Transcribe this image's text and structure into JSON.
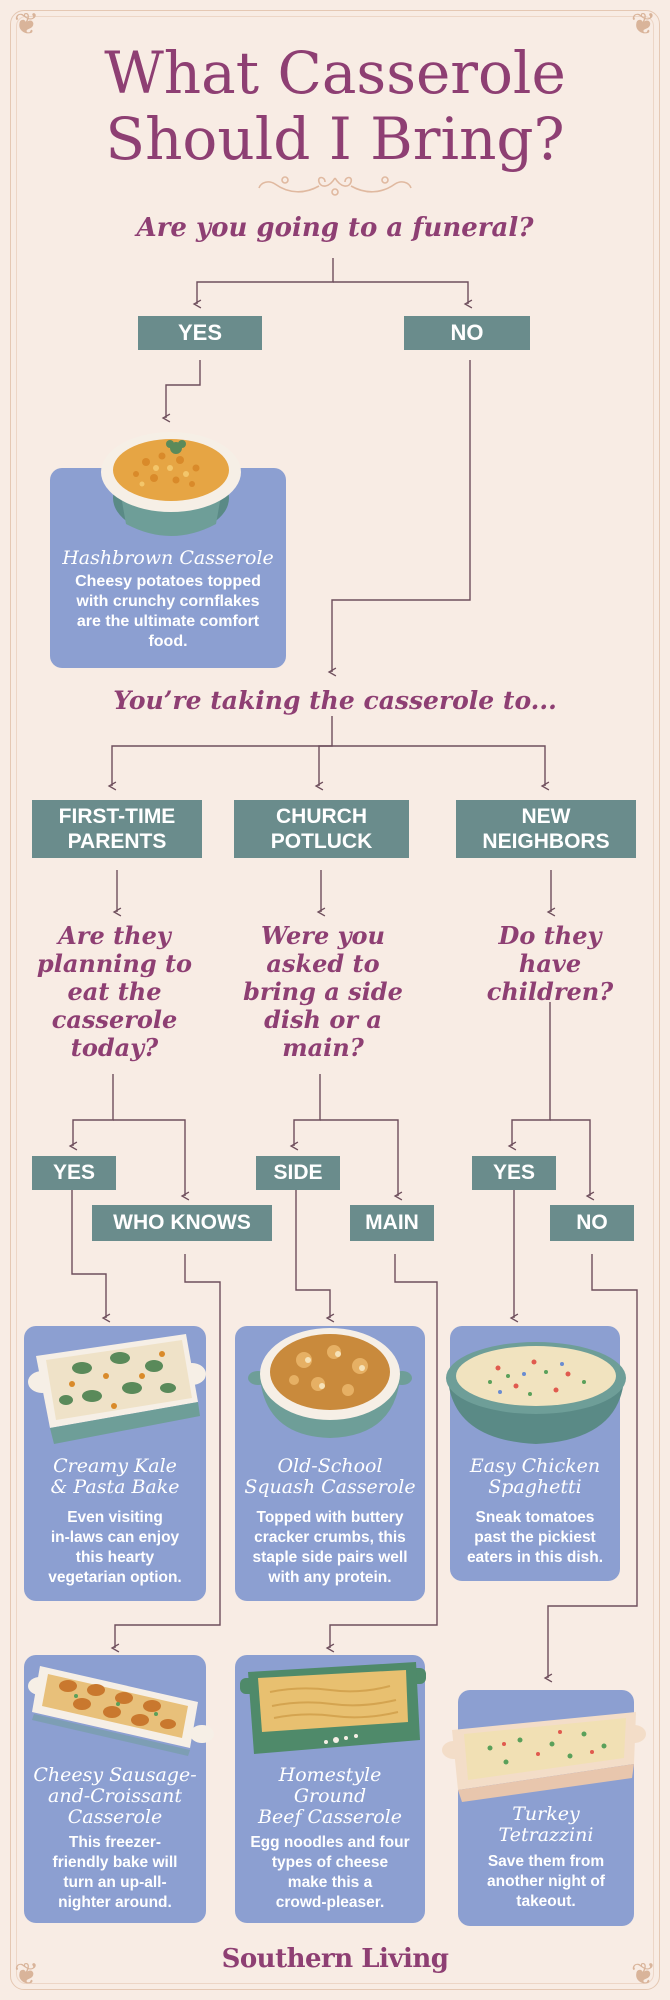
{
  "title": {
    "line1": "What Casserole",
    "line2": "Should I Bring?"
  },
  "q1": "Are you going to a funeral?",
  "funeral": {
    "yes": "YES",
    "no": "NO"
  },
  "hashbrown": {
    "name": "Hashbrown Casserole",
    "desc": "Cheesy potatoes topped with crunchy cornflakes are the ultimate comfort food."
  },
  "q2": "You’re taking the casserole to...",
  "dest": {
    "parents_l1": "FIRST-TIME",
    "parents_l2": "PARENTS",
    "church_l1": "CHURCH",
    "church_l2": "POTLUCK",
    "neighbors_l1": "NEW",
    "neighbors_l2": "NEIGHBORS"
  },
  "q_parents": [
    "Are they",
    "planning to",
    "eat the",
    "casserole",
    "today?"
  ],
  "q_church": [
    "Were you",
    "asked to",
    "bring a side",
    "dish or a",
    "main?"
  ],
  "q_neighbors": [
    "Do they",
    "have",
    "children?"
  ],
  "answers": {
    "yes": "YES",
    "who_knows": "WHO KNOWS",
    "side": "SIDE",
    "main": "MAIN",
    "yes2": "YES",
    "no2": "NO"
  },
  "kale": {
    "name1": "Creamy Kale",
    "name2": "& Pasta Bake",
    "desc": [
      "Even visiting",
      "in-laws can enjoy",
      "this hearty",
      "vegetarian option."
    ]
  },
  "squash": {
    "name1": "Old-School",
    "name2": "Squash Casserole",
    "desc": [
      "Topped with buttery",
      "cracker crumbs, this",
      "staple side pairs well",
      "with any protein."
    ]
  },
  "spaghetti": {
    "name1": "Easy Chicken",
    "name2": "Spaghetti",
    "desc": [
      "Sneak tomatoes",
      "past the pickiest",
      "eaters in this dish."
    ]
  },
  "sausage": {
    "name1": "Cheesy Sausage-",
    "name2": "and-Croissant",
    "name3": "Casserole",
    "desc": [
      "This freezer-",
      "friendly bake will",
      "turn an up-all-",
      "nighter around."
    ]
  },
  "beef": {
    "name1": "Homestyle",
    "name2": "Ground",
    "name3": "Beef Casserole",
    "desc": [
      "Egg noodles and four",
      "types of cheese",
      "make this a",
      "crowd-pleaser."
    ]
  },
  "tetrazzini": {
    "name1": "Turkey",
    "name2": "Tetrazzini",
    "desc": [
      "Save them from",
      "another night of",
      "takeout."
    ]
  },
  "brand": "Southern Living",
  "colors": {
    "background": "#f8ece4",
    "accent": "#8e3f73",
    "label": "#6a8c8c",
    "card": "#8c9fd1",
    "line": "#6e4e5c"
  },
  "icons": [
    "ornament-divider-icon",
    "corner-ornament-icon",
    "casserole-dish-icon"
  ]
}
